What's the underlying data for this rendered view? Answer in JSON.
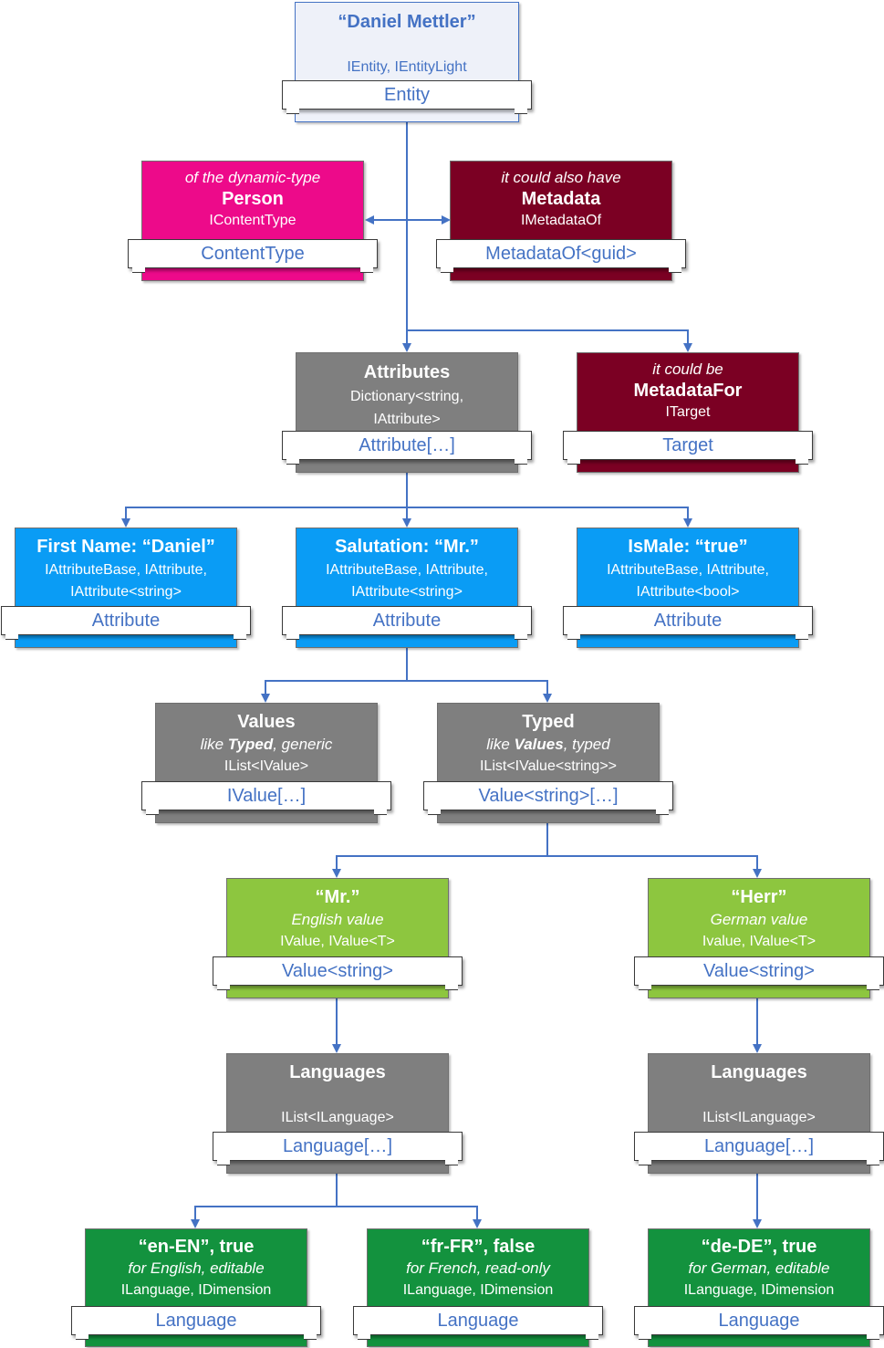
{
  "colors": {
    "entity": "#eef1f9",
    "contenttype": "#ed0a8a",
    "metadata": "#7b0023",
    "attributes": "#7f7f7f",
    "attribute": "#0a9cf5",
    "values": "#7f7f7f",
    "value": "#8dc63f",
    "languages": "#7f7f7f",
    "language": "#13923e",
    "connector": "#4472c4",
    "banner_text": "#4472c4"
  },
  "entity": {
    "line2": "“Daniel Mettler”",
    "line3": "IEntity, IEntityLight",
    "banner": "Entity"
  },
  "contenttype": {
    "line1": "of the dynamic-type",
    "line2": "Person",
    "line3": "IContentType",
    "banner": "ContentType"
  },
  "metadata": {
    "line1": "it could also have",
    "line2": "Metadata",
    "line3": "IMetadataOf",
    "banner": "MetadataOf<guid>"
  },
  "attributes": {
    "line2": "Attributes",
    "line3": "Dictionary<string,",
    "line4": "IAttribute>",
    "banner": "Attribute[…]"
  },
  "metadatafor": {
    "line1": "it could be",
    "line2": "MetadataFor",
    "line3": "ITarget",
    "banner": "Target"
  },
  "attr_firstname": {
    "line2": "First Name: “Daniel”",
    "line3": "IAttributeBase, IAttribute,",
    "line4": "IAttribute<string>",
    "banner": "Attribute"
  },
  "attr_salutation": {
    "line2": "Salutation: “Mr.”",
    "line3": "IAttributeBase, IAttribute,",
    "line4": "IAttribute<string>",
    "banner": "Attribute"
  },
  "attr_ismale": {
    "line2": "IsMale: “true”",
    "line3": "IAttributeBase, IAttribute,",
    "line4": "IAttribute<bool>",
    "banner": "Attribute"
  },
  "values": {
    "line2": "Values",
    "line1a": "like ",
    "line1b": "Typed",
    "line1c": ", generic",
    "line3": "IList<IValue>",
    "banner": "IValue[…]"
  },
  "typed": {
    "line2": "Typed",
    "line1a": "like ",
    "line1b": "Values",
    "line1c": ", typed",
    "line3": "IList<IValue<string>>",
    "banner": "Value<string>[…]"
  },
  "value_mr": {
    "line2": "“Mr.”",
    "line1": "English value",
    "line3": "IValue, IValue<T>",
    "banner": "Value<string>"
  },
  "value_herr": {
    "line2": "“Herr”",
    "line1": "German value",
    "line3": "Ivalue, IValue<T>",
    "banner": "Value<string>"
  },
  "languages_left": {
    "line2": "Languages",
    "line3": "IList<ILanguage>",
    "banner": "Language[…]"
  },
  "languages_right": {
    "line2": "Languages",
    "line3": "IList<ILanguage>",
    "banner": "Language[…]"
  },
  "lang_en": {
    "line2": "“en-EN”, true",
    "line1": "for English, editable",
    "line3": "ILanguage, IDimension",
    "banner": "Language"
  },
  "lang_fr": {
    "line2": "“fr-FR”, false",
    "line1": "for French, read-only",
    "line3": "ILanguage, IDimension",
    "banner": "Language"
  },
  "lang_de": {
    "line2": "“de-DE”, true",
    "line1": "for German, editable",
    "line3": "ILanguage, IDimension",
    "banner": "Language"
  }
}
